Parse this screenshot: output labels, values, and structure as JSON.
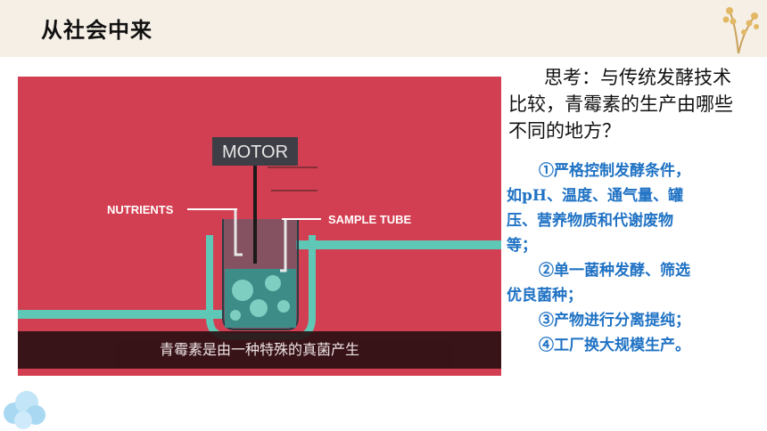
{
  "header": {
    "title": "从社会中来"
  },
  "video": {
    "labels": {
      "motor": "MOTOR",
      "nutrients": "NUTRIENTS",
      "sample_tube": "SAMPLE TUBE"
    },
    "subtitle": "青霉素是由一种特殊的真菌产生"
  },
  "question": {
    "line1": "思考：与传统发酵技术",
    "line2": "比较，青霉素的生产由哪些",
    "line3": "不同的地方？"
  },
  "answer": {
    "lines": [
      "①严格控制发酵条件，",
      "如pH、温度、通气量、罐",
      "压、营养物质和代谢废物",
      "等；",
      "②单一菌种发酵、筛选",
      "优良菌种；",
      "③产物进行分离提纯；",
      "④工厂换大规模生产。"
    ]
  },
  "colors": {
    "header_bg": "#f6efe6",
    "video_bg": "#d33f52",
    "answer_text": "#1f72c4",
    "teal": "#5fc7b5"
  }
}
